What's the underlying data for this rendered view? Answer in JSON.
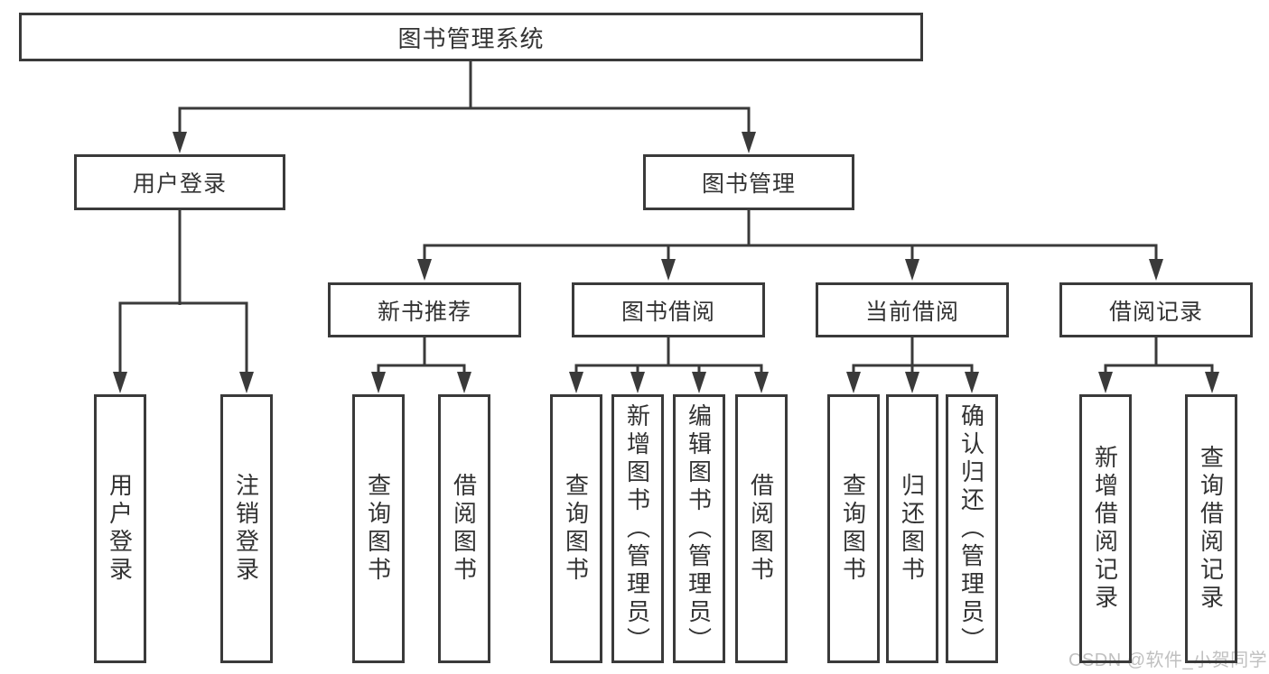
{
  "diagram": {
    "title": "图书管理系统",
    "watermark": "CSDN @软件_小贺同学",
    "colors": {
      "line": "#3a3a3a",
      "text": "#333333",
      "watermark": "#c0c0c0",
      "background": "#ffffff"
    },
    "level1": {
      "login": "用户登录",
      "manage": "图书管理"
    },
    "level2": {
      "new_books": "新书推荐",
      "borrow": "图书借阅",
      "current": "当前借阅",
      "records": "借阅记录"
    },
    "leaves": {
      "user_login": "用户登录",
      "logout": "注销登录",
      "nb_query": "查询图书",
      "nb_borrow": "借阅图书",
      "bw_query": "查询图书",
      "bw_add": "新增图书（管理员）",
      "bw_edit": "编辑图书（管理员）",
      "bw_borrow": "借阅图书",
      "cur_query": "查询图书",
      "cur_return": "归还图书",
      "cur_confirm": "确认归还（管理员）",
      "rec_add": "新增借阅记录",
      "rec_query": "查询借阅记录"
    }
  }
}
